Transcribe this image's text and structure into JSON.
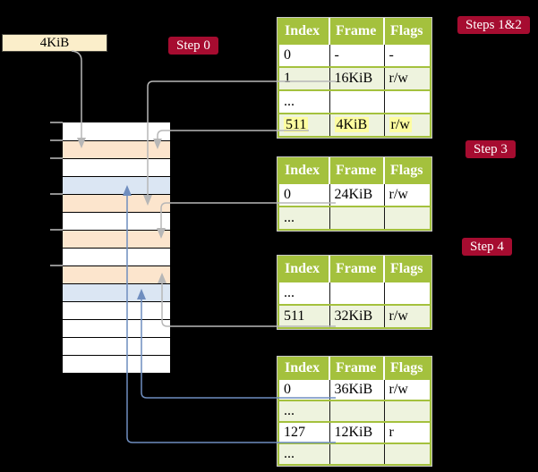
{
  "labels": {
    "cr3_box": "4KiB",
    "step0": "Step 0",
    "steps_1_2": "Steps 1&2",
    "step3": "Step 3",
    "step4": "Step 4"
  },
  "columns": [
    "Index",
    "Frame",
    "Flags"
  ],
  "tables": [
    {
      "id": "t1",
      "rows": [
        {
          "index": "0",
          "frame": "-",
          "flags": "-",
          "shade": false,
          "highlight": false
        },
        {
          "index": "1",
          "frame": "16KiB",
          "flags": "r/w",
          "shade": true,
          "highlight": false
        },
        {
          "index": "...",
          "frame": "",
          "flags": "",
          "shade": false,
          "highlight": false
        },
        {
          "index": "511",
          "frame": "4KiB",
          "flags": "r/w",
          "shade": true,
          "highlight": true
        }
      ]
    },
    {
      "id": "t2",
      "rows": [
        {
          "index": "0",
          "frame": "24KiB",
          "flags": "r/w",
          "shade": false,
          "highlight": false
        },
        {
          "index": "...",
          "frame": "",
          "flags": "",
          "shade": true,
          "highlight": false
        }
      ]
    },
    {
      "id": "t3",
      "rows": [
        {
          "index": "...",
          "frame": "",
          "flags": "",
          "shade": false,
          "highlight": false
        },
        {
          "index": "511",
          "frame": "32KiB",
          "flags": "r/w",
          "shade": true,
          "highlight": false
        }
      ]
    },
    {
      "id": "t4",
      "rows": [
        {
          "index": "0",
          "frame": "36KiB",
          "flags": "r/w",
          "shade": false,
          "highlight": false
        },
        {
          "index": "...",
          "frame": "",
          "flags": "",
          "shade": true,
          "highlight": false
        },
        {
          "index": "127",
          "frame": "12KiB",
          "flags": "r",
          "shade": false,
          "highlight": false
        },
        {
          "index": "...",
          "frame": "",
          "flags": "",
          "shade": true,
          "highlight": false
        }
      ]
    }
  ],
  "memory": {
    "rows": [
      "white",
      "peach",
      "white",
      "blue",
      "peach",
      "white",
      "peach",
      "white",
      "peach",
      "blue",
      "white",
      "white",
      "white",
      "white"
    ]
  },
  "connectors": [
    {
      "name": "cr3-to-frame-4kib-arrow",
      "color": "gray"
    },
    {
      "name": "pt1-entry1-to-frame-16kib-arrow",
      "color": "gray"
    },
    {
      "name": "pt1-entry511-to-frame-4kib-arrow",
      "color": "gray"
    },
    {
      "name": "pt2-entry0-to-frame-24kib-arrow",
      "color": "gray"
    },
    {
      "name": "pt3-entry511-to-frame-32kib-arrow",
      "color": "gray"
    },
    {
      "name": "pt4-entry0-to-frame-36kib-arrow",
      "color": "blue"
    },
    {
      "name": "pt4-entry127-to-frame-12kib-arrow",
      "color": "blue"
    }
  ],
  "colors": {
    "white": "#ffffff",
    "peach": "#fce5cd",
    "blue": "#dbe6f3",
    "header_green": "#a4c13d",
    "row_green": "#eef3de",
    "highlight_yellow": "#fdfda0",
    "label_red": "#a60c30",
    "box_cream": "#fbeeca",
    "gray_arrow": "#b7b7b7",
    "blue_arrow": "#6f8ebf"
  }
}
